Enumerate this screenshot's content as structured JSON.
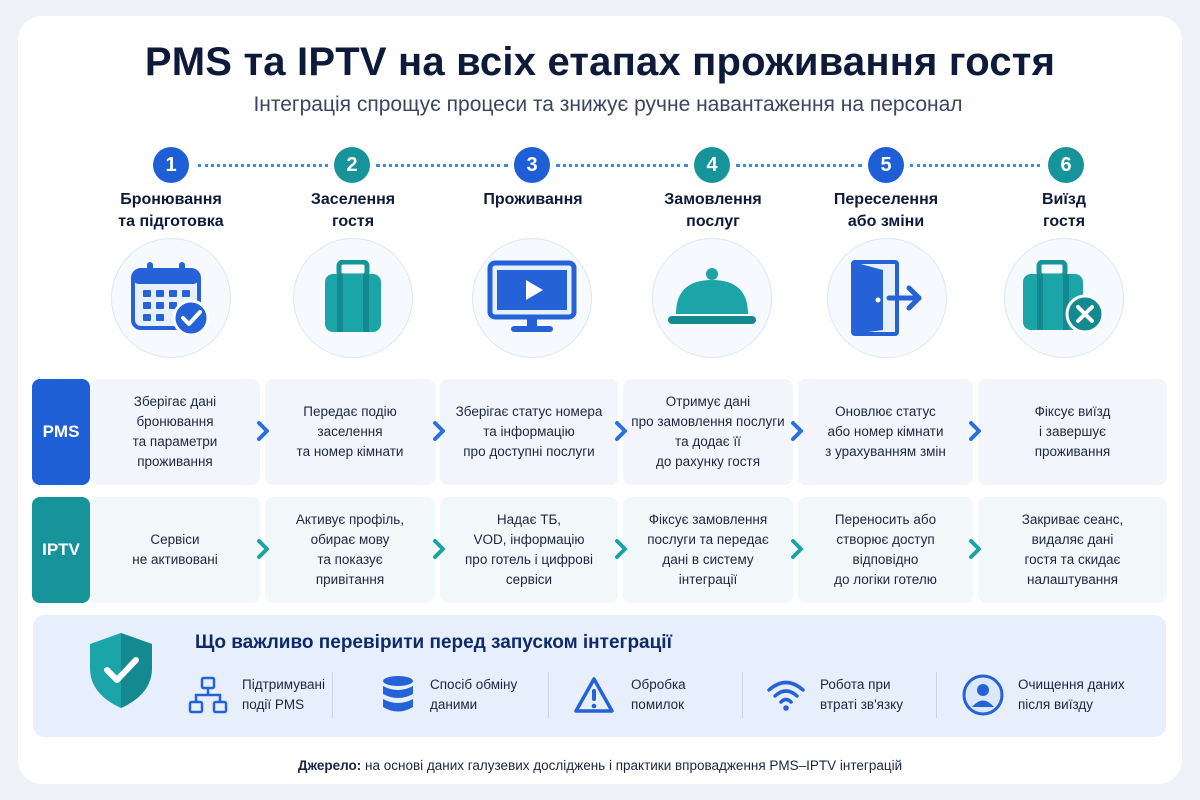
{
  "header": {
    "title": "PMS та IPTV на всіх етапах проживання гостя",
    "subtitle": "Інтеграція спрощує процеси та знижує ручне навантаження на персонал"
  },
  "colors": {
    "primary_blue": "#1f5fd6",
    "teal": "#17939a",
    "timeline_dots": "#3b8fd6",
    "panel_bg": "#e6effb"
  },
  "stages": [
    {
      "number": "1",
      "title": "Бронювання\nта підготовка",
      "icon": "calendar-check-icon"
    },
    {
      "number": "2",
      "title": "Заселення\nгостя",
      "icon": "suitcase-icon"
    },
    {
      "number": "3",
      "title": "Проживання",
      "icon": "tv-play-icon"
    },
    {
      "number": "4",
      "title": "Замовлення\nпослуг",
      "icon": "room-service-bell-icon"
    },
    {
      "number": "5",
      "title": "Переселення\nабо зміни",
      "icon": "door-exit-icon"
    },
    {
      "number": "6",
      "title": "Виїзд\nгостя",
      "icon": "suitcase-cancel-icon"
    }
  ],
  "pms_row": {
    "label": "PMS",
    "cells": [
      "Зберігає дані\nбронювання\nта параметри\nпроживання",
      "Передає подію\nзаселення\nта номер кімнати",
      "Зберігає статус номера\nта інформацію\nпро доступні послуги",
      "Отримує дані\nпро замовлення послуги\nта додає її\nдо рахунку гостя",
      "Оновлює статус\nабо номер кімнати\nз урахуванням змін",
      "Фіксує виїзд\nі завершує\nпроживання"
    ]
  },
  "iptv_row": {
    "label": "IPTV",
    "cells": [
      "Сервіси\nне активовані",
      "Активує профіль,\nобирає мову\nта показує\nпривітання",
      "Надає ТБ,\nVOD, інформацію\nпро готель і цифрові\nсервіси",
      "Фіксує замовлення\nпослуги та передає\nдані в систему\nінтеграції",
      "Переносить або\nстворює доступ\nвідповідно\nдо логіки готелю",
      "Закриває сеанс,\nвидаляє дані\nгостя та скидає\nналаштування"
    ]
  },
  "checklist": {
    "title": "Що важливо перевірити перед запуском інтеграції",
    "items": [
      {
        "label": "Підтримувані\nподії PMS",
        "icon": "hierarchy-icon"
      },
      {
        "label": "Спосіб обміну\nданими",
        "icon": "database-icon"
      },
      {
        "label": "Обробка\nпомилок",
        "icon": "warning-icon"
      },
      {
        "label": "Робота при\nвтраті зв'язку",
        "icon": "wifi-icon"
      },
      {
        "label": "Очищення даних\nпісля виїзду",
        "icon": "user-circle-icon"
      }
    ]
  },
  "footer": {
    "source_label": "Джерело:",
    "source_text": " на основі даних галузевих досліджень і практики впровадження PMS–IPTV інтеграцій"
  }
}
